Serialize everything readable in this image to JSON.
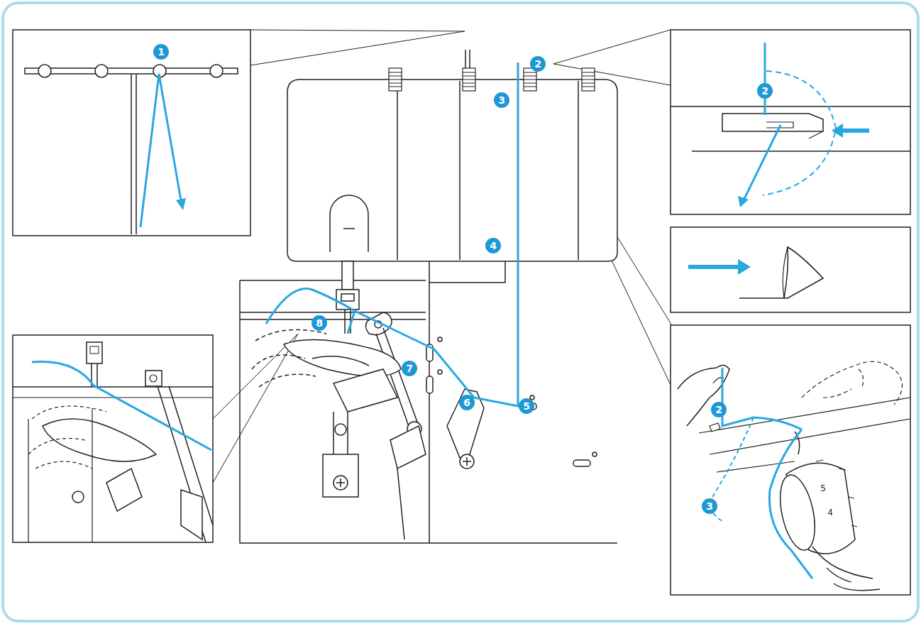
{
  "diagram": {
    "labels": [
      "1",
      "2",
      "2",
      "3",
      "4",
      "8",
      "7",
      "6",
      "5",
      "2",
      "3",
      "5",
      "4"
    ]
  }
}
